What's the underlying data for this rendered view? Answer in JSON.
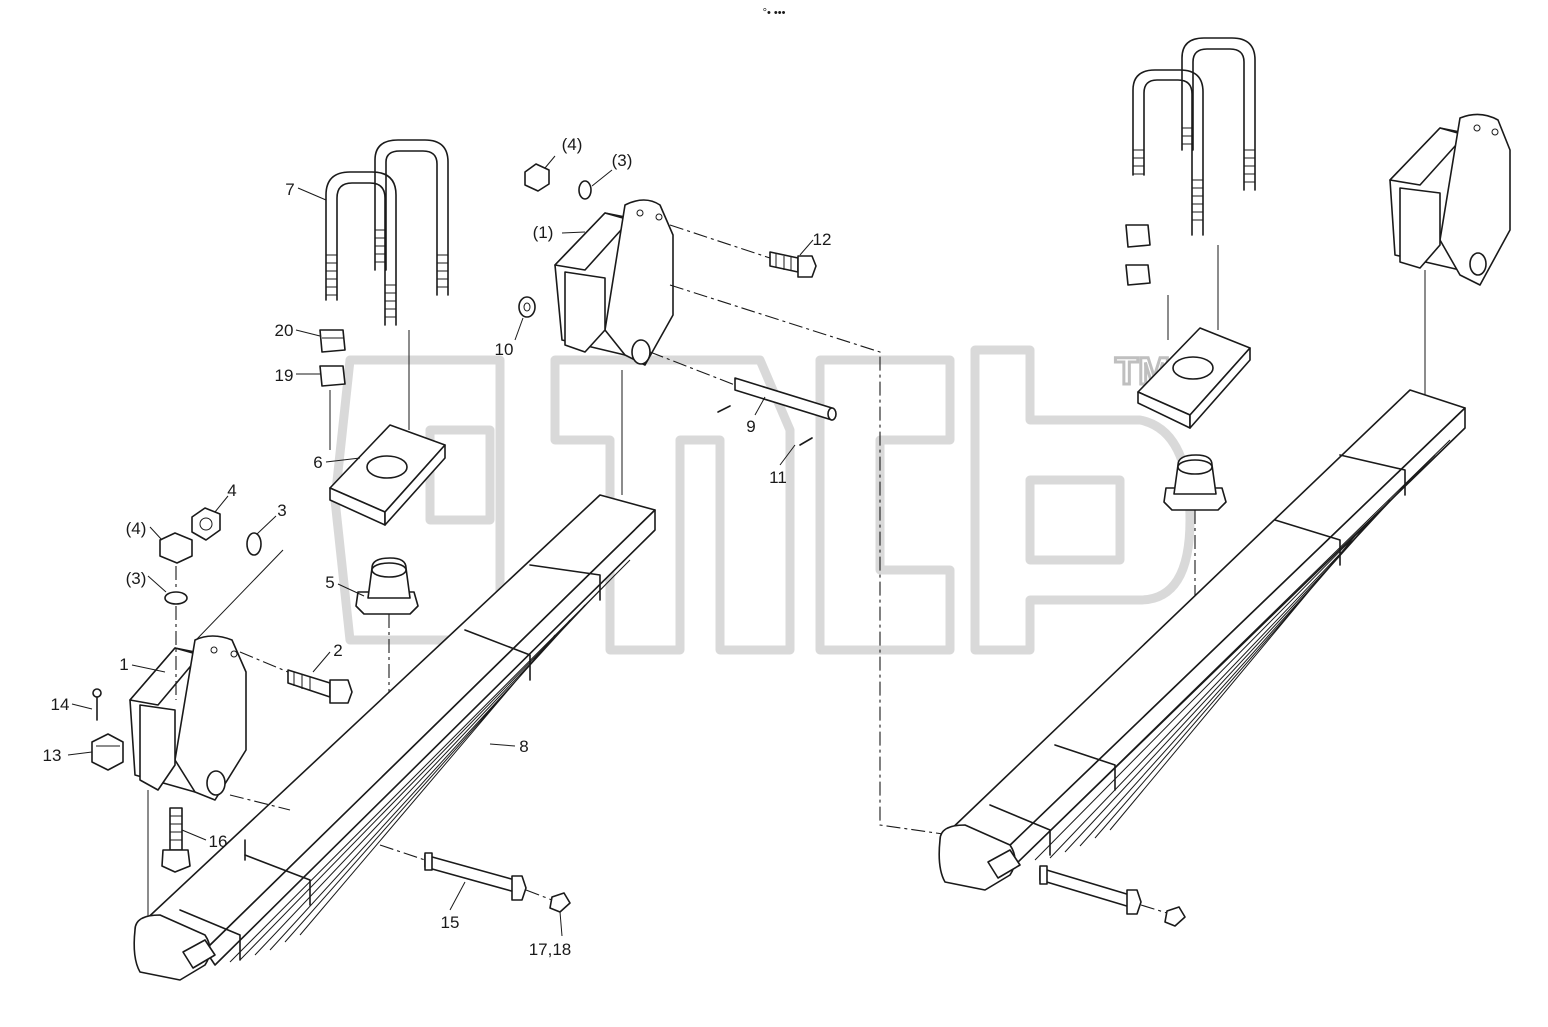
{
  "top_marker": "°• •••",
  "watermark": {
    "text": "amb",
    "trademark": "TM"
  },
  "callouts": [
    {
      "id": "c7",
      "label": "7"
    },
    {
      "id": "c20",
      "label": "20"
    },
    {
      "id": "c19",
      "label": "19"
    },
    {
      "id": "c6",
      "label": "6"
    },
    {
      "id": "c5",
      "label": "5"
    },
    {
      "id": "c4",
      "label": "4"
    },
    {
      "id": "c3",
      "label": "3"
    },
    {
      "id": "c4p",
      "label": "(4)"
    },
    {
      "id": "c3p",
      "label": "(3)"
    },
    {
      "id": "c1",
      "label": "1"
    },
    {
      "id": "c2",
      "label": "2"
    },
    {
      "id": "c14",
      "label": "14"
    },
    {
      "id": "c13",
      "label": "13"
    },
    {
      "id": "c16",
      "label": "16"
    },
    {
      "id": "c8",
      "label": "8"
    },
    {
      "id": "c15",
      "label": "15"
    },
    {
      "id": "c1718",
      "label": "17,18"
    },
    {
      "id": "c4top",
      "label": "(4)"
    },
    {
      "id": "c3top",
      "label": "(3)"
    },
    {
      "id": "c1p",
      "label": "(1)"
    },
    {
      "id": "c12",
      "label": "12"
    },
    {
      "id": "c10",
      "label": "10"
    },
    {
      "id": "c9",
      "label": "9"
    },
    {
      "id": "c11",
      "label": "11"
    }
  ]
}
